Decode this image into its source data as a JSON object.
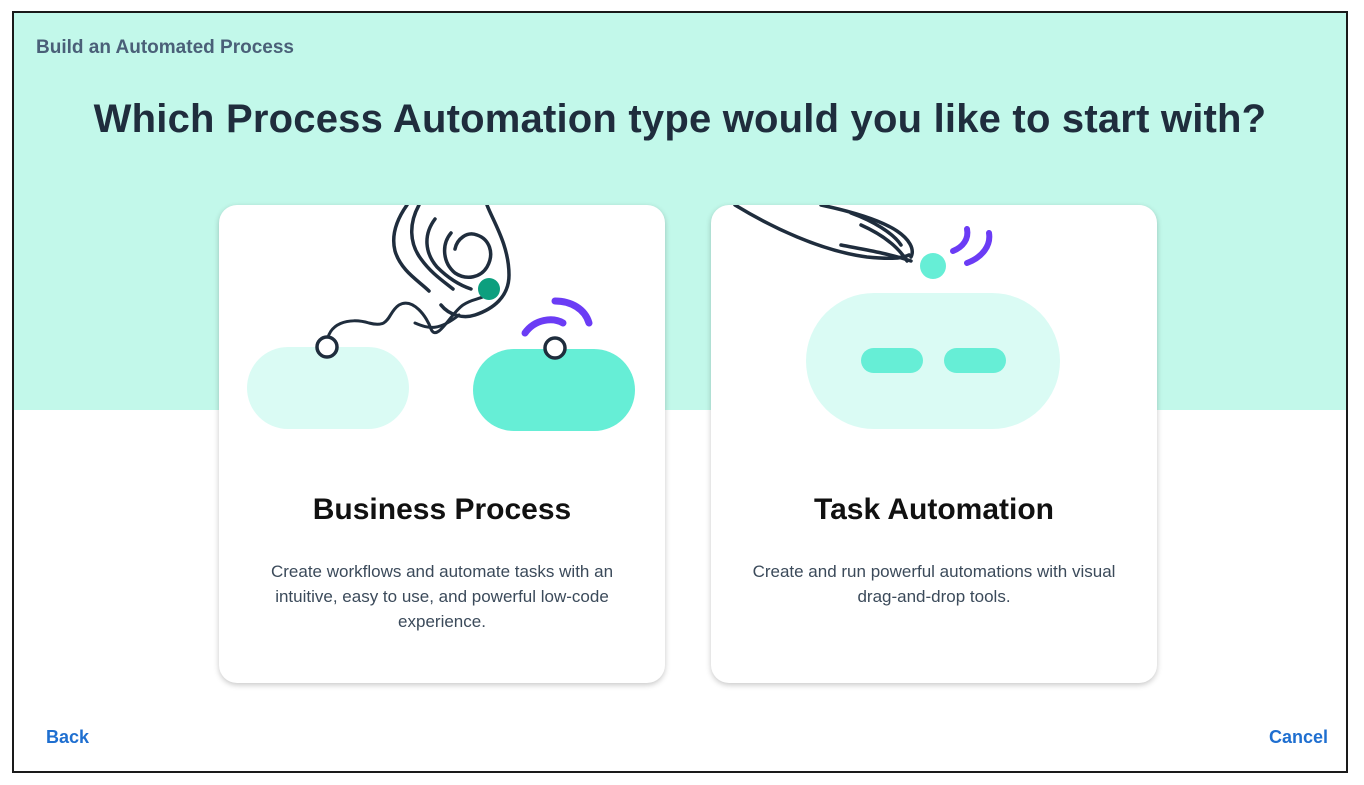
{
  "wizard": {
    "title": "Build an Automated Process",
    "question": "Which Process Automation type would you like to start with?"
  },
  "cards": [
    {
      "id": "business-process",
      "title": "Business Process",
      "description": "Create workflows and automate tasks with an intuitive, easy to use, and powerful low-code experience."
    },
    {
      "id": "task-automation",
      "title": "Task Automation",
      "description": "Create and run powerful automations with visual drag-and-drop tools."
    }
  ],
  "footer": {
    "back_label": "Back",
    "cancel_label": "Cancel"
  },
  "colors": {
    "hero_background": "#c2f8ea",
    "accent_mint": "#66eed6",
    "pale_mint": "#dafbf4",
    "dark_teal": "#0d9f7e",
    "purple": "#6b3cf5",
    "link_blue": "#1f6fd0"
  },
  "icons": {
    "business_process": "hand-connecting-nodes-illustration",
    "task_automation": "hand-bot-illustration"
  }
}
